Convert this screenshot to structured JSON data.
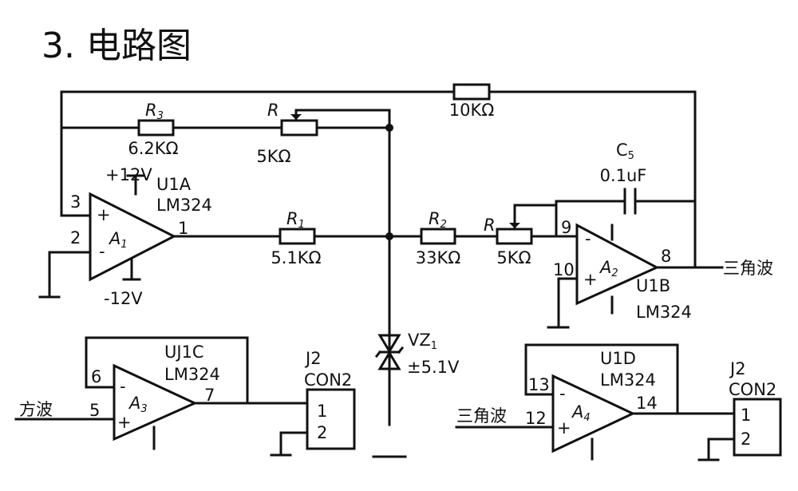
{
  "title": "3. 电路图",
  "components": {
    "r3": {
      "name": "R",
      "sub": "3",
      "value": "6.2KΩ"
    },
    "rpot1": {
      "name": "R",
      "value": "5KΩ"
    },
    "rfb": {
      "value": "10KΩ"
    },
    "c5": {
      "name": "C",
      "sub": "5",
      "value": "0.1uF"
    },
    "r1": {
      "name": "R",
      "sub": "1",
      "value": "5.1KΩ"
    },
    "r2": {
      "name": "R",
      "sub": "2",
      "value": "33KΩ"
    },
    "rpot2": {
      "name": "R",
      "value": "5KΩ"
    },
    "vz1": {
      "name": "VZ",
      "sub": "1",
      "value": "±5.1V"
    }
  },
  "opamps": {
    "a1": {
      "name": "A",
      "sub": "1",
      "ref": "U1A",
      "part": "LM324",
      "pin_plus": "3",
      "pin_minus": "2",
      "pin_out": "1",
      "plus_sign": "+",
      "minus_sign": "-",
      "vpos": "+12V",
      "vneg": "-12V"
    },
    "a2": {
      "name": "A",
      "sub": "2",
      "ref": "U1B",
      "part": "LM324",
      "pin_minus": "9",
      "pin_plus": "10",
      "pin_out": "8",
      "plus_sign": "+",
      "minus_sign": "-"
    },
    "a3": {
      "name": "A",
      "sub": "3",
      "ref": "UJ1C",
      "part": "LM324",
      "pin_minus": "6",
      "pin_plus": "5",
      "pin_out": "7",
      "plus_sign": "+",
      "minus_sign": "-"
    },
    "a4": {
      "name": "A",
      "sub": "4",
      "ref": "U1D",
      "part": "LM324",
      "pin_minus": "13",
      "pin_plus": "12",
      "pin_out": "14",
      "plus_sign": "+",
      "minus_sign": "-"
    }
  },
  "connectors": {
    "j2a": {
      "ref": "J2",
      "part": "CON2",
      "pin1": "1",
      "pin2": "2"
    },
    "j2b": {
      "ref": "J2",
      "part": "CON2",
      "pin1": "1",
      "pin2": "2"
    }
  },
  "signals": {
    "triangle_out": "三角波",
    "square_in": "方波",
    "triangle_in": "三角波"
  }
}
